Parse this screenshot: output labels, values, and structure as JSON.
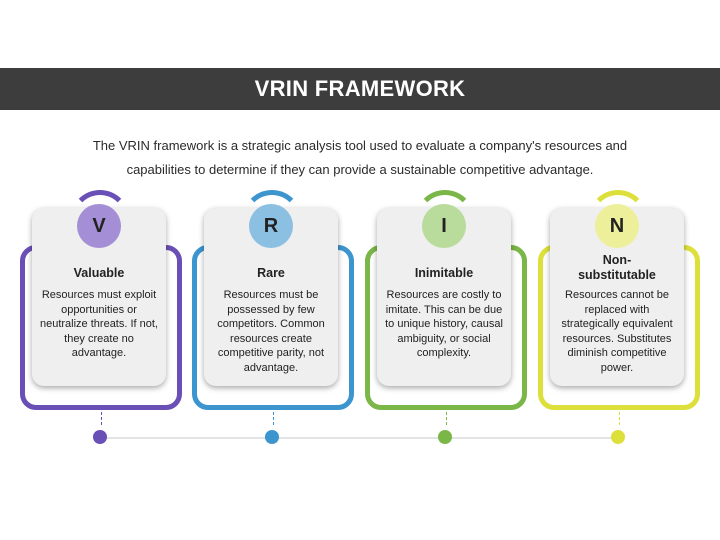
{
  "header": {
    "title": "VRIN FRAMEWORK"
  },
  "intro": {
    "line1": "The VRIN framework is a strategic analysis tool used to evaluate a company's resources and",
    "line2": "capabilities to determine if they can provide a sustainable competitive advantage."
  },
  "items": [
    {
      "letter": "V",
      "title": "Valuable",
      "description": "Resources must exploit opportunities or neutralize threats. If not, they create no advantage.",
      "color": "#6a4fb6",
      "light": "#a48ed6"
    },
    {
      "letter": "R",
      "title": "Rare",
      "description": "Resources must be possessed by few competitors. Common resources create competitive parity, not advantage.",
      "color": "#3d95cf",
      "light": "#8cc0e2"
    },
    {
      "letter": "I",
      "title": "Inimitable",
      "description": "Resources are costly to imitate. This can be due to unique history, causal ambiguity, or social complexity.",
      "color": "#7ab648",
      "light": "#b9dc9c"
    },
    {
      "letter": "N",
      "title": "Non-substitutable",
      "description": "Resources cannot be replaced with strategically equivalent resources. Substitutes diminish competitive power.",
      "color": "#dde03a",
      "light": "#eeef9a"
    }
  ]
}
